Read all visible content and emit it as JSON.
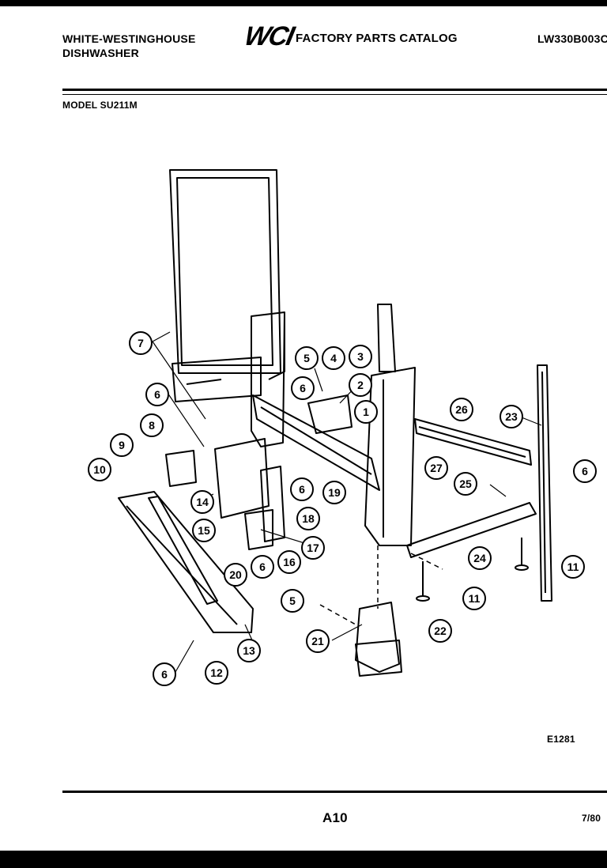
{
  "header": {
    "brand_line1": "WHITE-WESTINGHOUSE",
    "brand_line2": "DISHWASHER",
    "logo_text": "WCI",
    "catalog_title": "FACTORY PARTS CATALOG",
    "catalog_number": "LW330B003C",
    "model_label": "MODEL SU211M"
  },
  "diagram": {
    "callouts": [
      "7",
      "6",
      "5",
      "4",
      "3",
      "2",
      "6",
      "1",
      "8",
      "9",
      "10",
      "14",
      "15",
      "20",
      "6",
      "16",
      "17",
      "18",
      "19",
      "6",
      "27",
      "26",
      "23",
      "25",
      "6",
      "24",
      "11",
      "11",
      "22",
      "21",
      "5",
      "13",
      "12",
      "6"
    ]
  },
  "footer": {
    "drawing_code": "E1281",
    "page_number": "A10",
    "date": "7/80"
  }
}
